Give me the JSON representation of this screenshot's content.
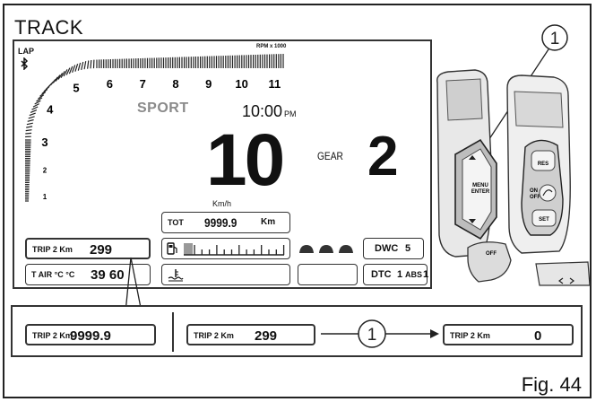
{
  "figure": {
    "title": "TRACK",
    "caption": "Fig. 44"
  },
  "display": {
    "lap_label": "LAP",
    "rpm_unit_label": "RPM x 1000",
    "tach_labels": [
      "1",
      "2",
      "3",
      "4",
      "5",
      "6",
      "7",
      "8",
      "9",
      "10",
      "11"
    ],
    "riding_mode": "SPORT",
    "clock_time": "10:00",
    "clock_period": "PM",
    "speed_value": "10",
    "speed_unit": "Km/h",
    "gear_label": "GEAR",
    "gear_value": "2",
    "tot_label": "TOT",
    "tot_value": "9999.9",
    "tot_unit": "Km",
    "trip_label": "TRIP 2 Km",
    "trip_value": "299",
    "air_label": "T AIR °C °C",
    "air_value": "39 60",
    "dwc_label": "DWC",
    "dwc_value": "5",
    "dtc_label": "DTC",
    "dtc_value": "1",
    "abs_label": "ABS",
    "abs_value": "1",
    "icons": [
      "bluetooth-icon",
      "fuel-pump-icon",
      "coolant-icon",
      "engine-map-icon"
    ]
  },
  "controls": {
    "callout_number": "1",
    "menu_button_label": "MENU\nENTER",
    "on_off_label": "ON\nOFF",
    "set_label": "SET",
    "res_label": "RES",
    "off_label": "OFF"
  },
  "sequence": {
    "callout_number": "1",
    "trip_label": "TRIP 2 Km",
    "before_value": "9999.9",
    "current_value": "299",
    "after_value": "0"
  }
}
